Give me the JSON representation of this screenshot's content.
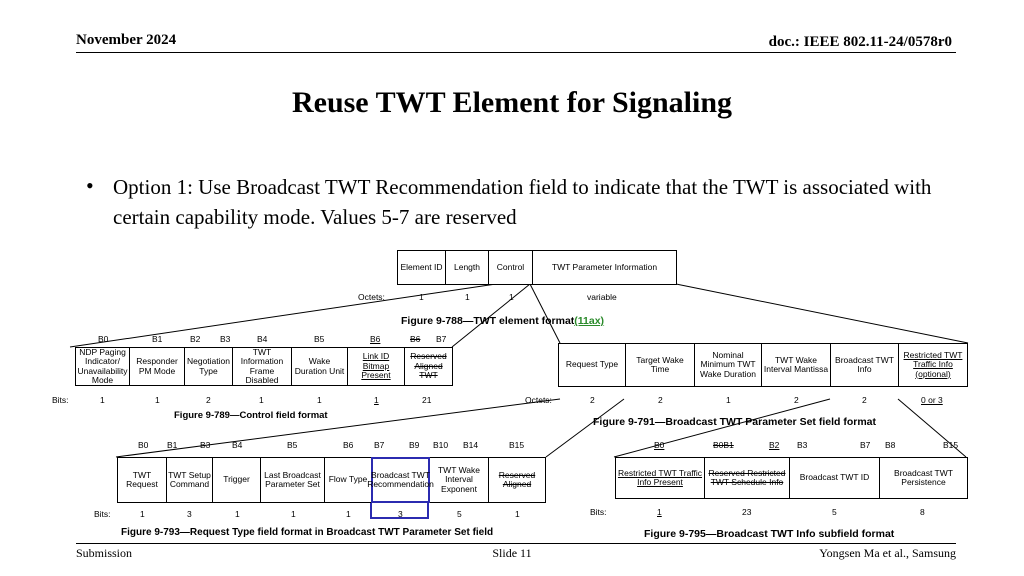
{
  "header": {
    "date": "November 2024",
    "doc": "doc.: IEEE 802.11-24/0578r0"
  },
  "title": "Reuse TWT Element for Signaling",
  "bullet": "Option 1: Use Broadcast TWT Recommendation field to indicate that the TWT is associated with certain capability mode. Values 5-7 are reserved",
  "footer": {
    "left": "Submission",
    "center": "Slide 11",
    "right": "Yongsen Ma et al., Samsung"
  },
  "fig788": {
    "cells": [
      "Element ID",
      "Length",
      "Control",
      "TWT Parameter Information"
    ],
    "octets_label": "Octets:",
    "octets": [
      "1",
      "1",
      "1",
      "variable"
    ],
    "caption": "Figure 9-788—TWT element format",
    "caption_tag": "(11ax)"
  },
  "fig789": {
    "bits_top": [
      "B0",
      "B1",
      "B2",
      "B3",
      "B4",
      "B5",
      "B6",
      "B6",
      "B7"
    ],
    "cells": [
      "NDP Paging Indicator/ Unavailability Mode",
      "Responder PM Mode",
      "Negotiation Type",
      "TWT Information Frame Disabled",
      "Wake Duration Unit",
      "Link ID Bitmap Present",
      "Reserved Aligned TWT"
    ],
    "bits_label": "Bits:",
    "bits": [
      "1",
      "1",
      "2",
      "1",
      "1",
      "1",
      "21"
    ],
    "caption": "Figure 9-789—Control field format"
  },
  "fig791": {
    "cells": [
      "Request Type",
      "Target Wake Time",
      "Nominal Minimum TWT Wake Duration",
      "TWT Wake Interval Mantissa",
      "Broadcast TWT Info",
      "Restricted TWT Traffic Info (optional)"
    ],
    "octets_label": "Octets:",
    "octets": [
      "2",
      "2",
      "1",
      "2",
      "2",
      "0 or 3"
    ],
    "caption": "Figure 9-791—Broadcast TWT Parameter Set field format"
  },
  "fig793": {
    "bits_top": [
      "B0",
      "B1",
      "B3",
      "B4",
      "B5",
      "B6",
      "B7",
      "B9",
      "B10",
      "B14",
      "B15"
    ],
    "cells": [
      "TWT Request",
      "TWT Setup Command",
      "Trigger",
      "Last Broadcast Parameter Set",
      "Flow Type",
      "Broadcast TWT Recommendation",
      "TWT Wake Interval Exponent",
      "Reserved Aligned"
    ],
    "bits_label": "Bits:",
    "bits": [
      "1",
      "3",
      "1",
      "1",
      "1",
      "3",
      "5",
      "1"
    ],
    "caption": "Figure 9-793—Request Type field format in Broadcast TWT Parameter Set field"
  },
  "fig795": {
    "bits_top": [
      "B0",
      "B0B1",
      "B2",
      "B3",
      "B7",
      "B8",
      "B15"
    ],
    "cells": [
      "Restricted TWT Traffic Info Present",
      "Reserved Restricted TWT Schedule Info",
      "Broadcast TWT ID",
      "Broadcast TWT Persistence"
    ],
    "bits_label": "Bits:",
    "bits": [
      "1",
      "23",
      "5",
      "8"
    ],
    "caption": "Figure 9-795—Broadcast TWT Info subfield format"
  },
  "colors": {
    "highlight": "#2b2bb0",
    "tag": "#2a8a2a"
  }
}
